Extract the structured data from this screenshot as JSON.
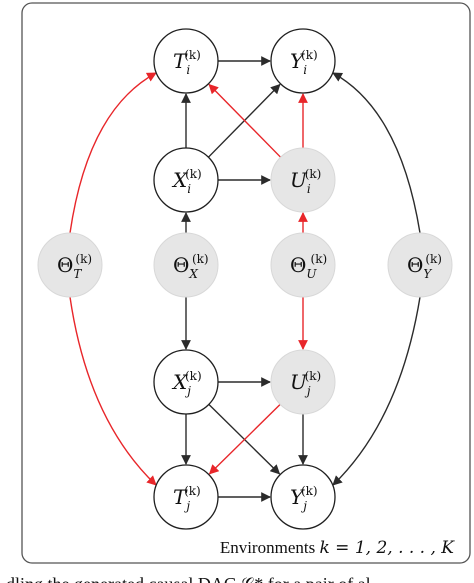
{
  "colors": {
    "black_edge": "#2b2b2b",
    "red_edge": "#e8262a",
    "latent_fill": "#e6e6e6",
    "observed_fill": "#ffffff",
    "node_stroke": "#1f1f1f",
    "frame_stroke": "#555555"
  },
  "nodes": {
    "Ti": {
      "base": "T",
      "sub": "i",
      "sup": "(k)",
      "latent": false
    },
    "Yi": {
      "base": "Y",
      "sub": "i",
      "sup": "(k)",
      "latent": false
    },
    "Xi": {
      "base": "X",
      "sub": "i",
      "sup": "(k)",
      "latent": false
    },
    "Ui": {
      "base": "U",
      "sub": "i",
      "sup": "(k)",
      "latent": true
    },
    "ThT": {
      "base": "Θ",
      "sub": "T",
      "sup": "(k)",
      "latent": true
    },
    "ThX": {
      "base": "Θ",
      "sub": "X",
      "sup": "(k)",
      "latent": true
    },
    "ThU": {
      "base": "Θ",
      "sub": "U",
      "sup": "(k)",
      "latent": true
    },
    "ThY": {
      "base": "Θ",
      "sub": "Y",
      "sup": "(k)",
      "latent": true
    },
    "Xj": {
      "base": "X",
      "sub": "j",
      "sup": "(k)",
      "latent": false
    },
    "Uj": {
      "base": "U",
      "sub": "j",
      "sup": "(k)",
      "latent": true
    },
    "Tj": {
      "base": "T",
      "sub": "j",
      "sup": "(k)",
      "latent": false
    },
    "Yj": {
      "base": "Y",
      "sub": "j",
      "sup": "(k)",
      "latent": false
    }
  },
  "edges": [
    {
      "from": "Ti",
      "to": "Yi",
      "color": "black"
    },
    {
      "from": "Xi",
      "to": "Ti",
      "color": "black"
    },
    {
      "from": "Xi",
      "to": "Yi",
      "color": "black"
    },
    {
      "from": "Xi",
      "to": "Ui",
      "color": "black"
    },
    {
      "from": "Ui",
      "to": "Ti",
      "color": "red"
    },
    {
      "from": "Ui",
      "to": "Yi",
      "color": "red"
    },
    {
      "from": "ThX",
      "to": "Xi",
      "color": "black"
    },
    {
      "from": "ThU",
      "to": "Ui",
      "color": "red"
    },
    {
      "from": "ThX",
      "to": "Xj",
      "color": "black"
    },
    {
      "from": "ThU",
      "to": "Uj",
      "color": "red"
    },
    {
      "from": "ThT",
      "to": "Ti",
      "color": "red"
    },
    {
      "from": "ThT",
      "to": "Tj",
      "color": "red"
    },
    {
      "from": "ThY",
      "to": "Yi",
      "color": "black"
    },
    {
      "from": "ThY",
      "to": "Yj",
      "color": "black"
    },
    {
      "from": "Xj",
      "to": "Uj",
      "color": "black"
    },
    {
      "from": "Xj",
      "to": "Tj",
      "color": "black"
    },
    {
      "from": "Xj",
      "to": "Yj",
      "color": "black"
    },
    {
      "from": "Uj",
      "to": "Tj",
      "color": "red"
    },
    {
      "from": "Uj",
      "to": "Yj",
      "color": "black"
    },
    {
      "from": "Tj",
      "to": "Yj",
      "color": "black"
    }
  ],
  "caption": {
    "prefix": "Environments ",
    "math": "k = 1, 2, . . . , K"
  },
  "cut_text": "dling the generated causal DAG 𝒢* for a pair of al"
}
